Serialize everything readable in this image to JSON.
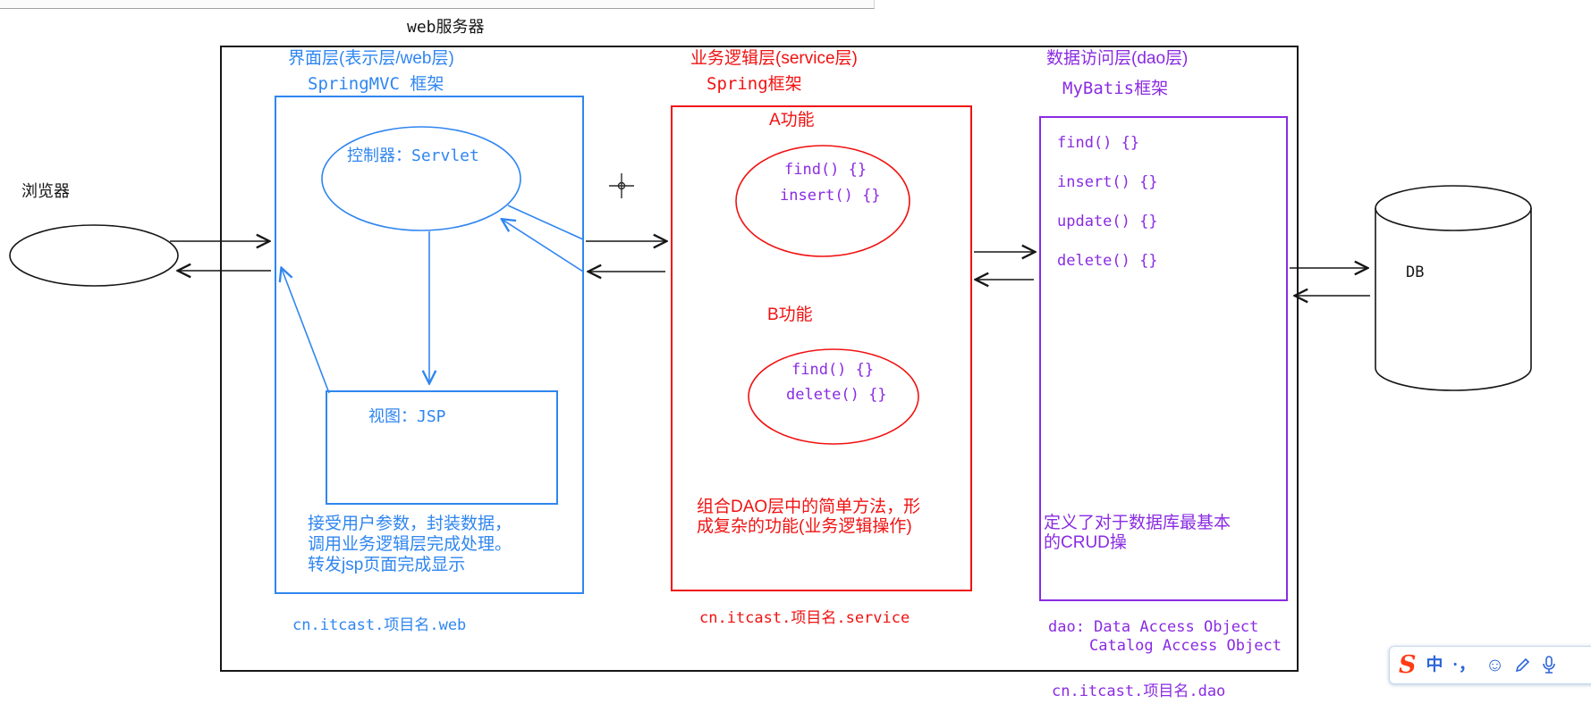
{
  "colors": {
    "blue": "#2f86f0",
    "red": "#f01212",
    "purple": "#8a2be2",
    "ink": "#161616",
    "ime_icon": "#2e66d9",
    "ime_logo": "#ff3a14"
  },
  "page": {
    "web_server_label": "web服务器",
    "browser_label": "浏览器",
    "db_label": "DB"
  },
  "ui_layer": {
    "header1": "界面层(表示层/web层)",
    "header2": "SpringMVC 框架",
    "controller": "控制器：Servlet",
    "view": "视图：JSP",
    "desc": [
      "接受用户参数，封装数据，",
      "调用业务逻辑层完成处理。",
      "转发jsp页面完成显示"
    ],
    "package": "cn.itcast.项目名.web"
  },
  "service_layer": {
    "header1": "业务逻辑层(service层)",
    "header2": "Spring框架",
    "func_a_title": "A功能",
    "func_a_methods": [
      "find() {}",
      "insert() {}"
    ],
    "func_b_title": "B功能",
    "func_b_methods": [
      "find() {}",
      "delete() {}"
    ],
    "desc": [
      "组合DAO层中的简单方法，形",
      "成复杂的功能(业务逻辑操作)"
    ],
    "package": "cn.itcast.项目名.service"
  },
  "dao_layer": {
    "header1": "数据访问层(dao层)",
    "header2": "MyBatis框架",
    "methods": [
      "find() {}",
      "insert() {}",
      "update() {}",
      "delete() {}"
    ],
    "desc": [
      "定义了对于数据库最基本",
      "的CRUD操"
    ],
    "notes": [
      "dao: Data Access Object",
      "Catalog Access Object"
    ],
    "package": "cn.itcast.项目名.dao"
  },
  "ime_toolbar": {
    "logo": "S",
    "mode": "中",
    "punct": "·，",
    "emoji": "☺"
  }
}
